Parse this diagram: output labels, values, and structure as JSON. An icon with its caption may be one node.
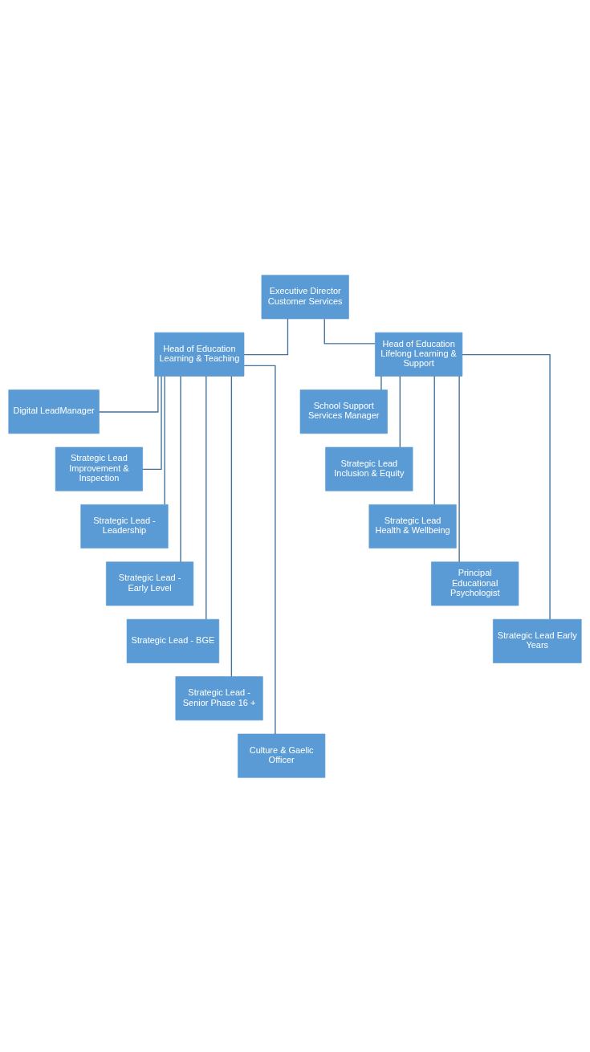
{
  "diagram": {
    "nodes": [
      {
        "text": [
          "Executive Director Customer Services"
        ]
      },
      {
        "text": [
          "Head of Education Learning & Teaching"
        ]
      },
      {
        "text": [
          "Head of Education Lifelong Learning & Support"
        ]
      },
      {
        "text": [
          "Digital LeadManager"
        ]
      },
      {
        "text": [
          "School Support Services Manager"
        ]
      },
      {
        "text": [
          "Strategic Lead Improvement & Inspection"
        ]
      },
      {
        "text": [
          "Strategic Lead Inclusion & Equity"
        ]
      },
      {
        "text": [
          "Strategic Lead - Leadership"
        ]
      },
      {
        "text": [
          "Strategic Lead Health & Wellbeing"
        ]
      },
      {
        "text": [
          "Strategic Lead - Early Level"
        ]
      },
      {
        "text": [
          "Principal Educational Psychologist"
        ]
      },
      {
        "text": [
          "Strategic Lead - BGE"
        ]
      },
      {
        "text": [
          "Strategic Lead Early Years"
        ]
      },
      {
        "text": [
          "Strategic Lead - Senior Phase 16 +"
        ]
      },
      {
        "text": [
          "Culture & Gaelic Officer"
        ]
      }
    ],
    "edges": [
      {
        "from": 0,
        "to": 1,
        "arrow": "none"
      },
      {
        "from": 0,
        "to": 2,
        "arrow": "none"
      },
      {
        "from": 1,
        "to": 3,
        "arrow": "none"
      },
      {
        "from": 2,
        "to": 4,
        "arrow": "none"
      },
      {
        "from": 1,
        "to": 5,
        "arrow": "none"
      },
      {
        "from": 2,
        "to": 6,
        "arrow": "none"
      },
      {
        "from": 1,
        "to": 7,
        "arrow": "none"
      },
      {
        "from": 2,
        "to": 8,
        "arrow": "none"
      },
      {
        "from": 1,
        "to": 9,
        "arrow": "none"
      },
      {
        "from": 2,
        "to": 10,
        "arrow": "none"
      },
      {
        "from": 1,
        "to": 11,
        "arrow": "none"
      },
      {
        "from": 2,
        "to": 12,
        "arrow": "none"
      },
      {
        "from": 1,
        "to": 13,
        "arrow": "none"
      },
      {
        "from": 1,
        "to": 14,
        "arrow": "none"
      }
    ]
  }
}
